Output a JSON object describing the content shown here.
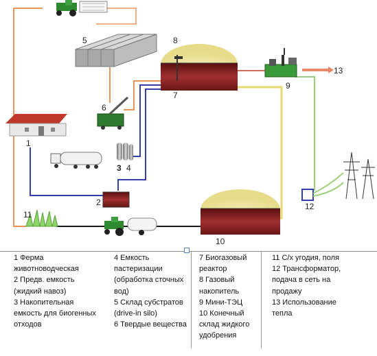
{
  "numbers": {
    "n1": "1",
    "n2": "2",
    "n3": "3",
    "n4": "4",
    "n5": "5",
    "n6": "6",
    "n7": "7",
    "n8": "8",
    "n9": "9",
    "n10": "10",
    "n11": "11",
    "n12": "12",
    "n13": "13"
  },
  "legend": {
    "col1": [
      "1 Ферма",
      "животноводческая",
      "2 Предв. емкость",
      "(жидкий навоз)",
      "3 Накопительная",
      "емкость для биогенных",
      "отходов"
    ],
    "col2": [
      "4 Емкость",
      "пастеризации",
      "(обработка сточных",
      "вод)",
      "5 Склад субстратов",
      "(drive-in silo)",
      "6 Твердые вещества"
    ],
    "col3": [
      "7 Биогазовый",
      "реактор",
      "8 Газовый",
      "накопитель",
      "9 Мини-ТЭЦ",
      "10 Конечный",
      "склад жидкого",
      "удобрения"
    ],
    "col4": [
      "11 С/х угодия, поля",
      "12 Трансформатор,",
      "подача в сеть на",
      "продажу",
      "13 Использование",
      "тепла"
    ]
  },
  "colors": {
    "tank_red": "#7a1d1d",
    "dome_yellow": "#f3eeb0",
    "pipe_orange": "#e8955a",
    "pipe_blue": "#3040a8",
    "pipe_yellow": "#e8d870",
    "pipe_green": "#9bd07a",
    "tractor_green": "#2f8a2f"
  },
  "icons": [
    "tractor-icon",
    "barn-icon",
    "silo-icon",
    "truck-icon",
    "transformer-icon",
    "power-tower-icon",
    "chp-unit-icon"
  ]
}
